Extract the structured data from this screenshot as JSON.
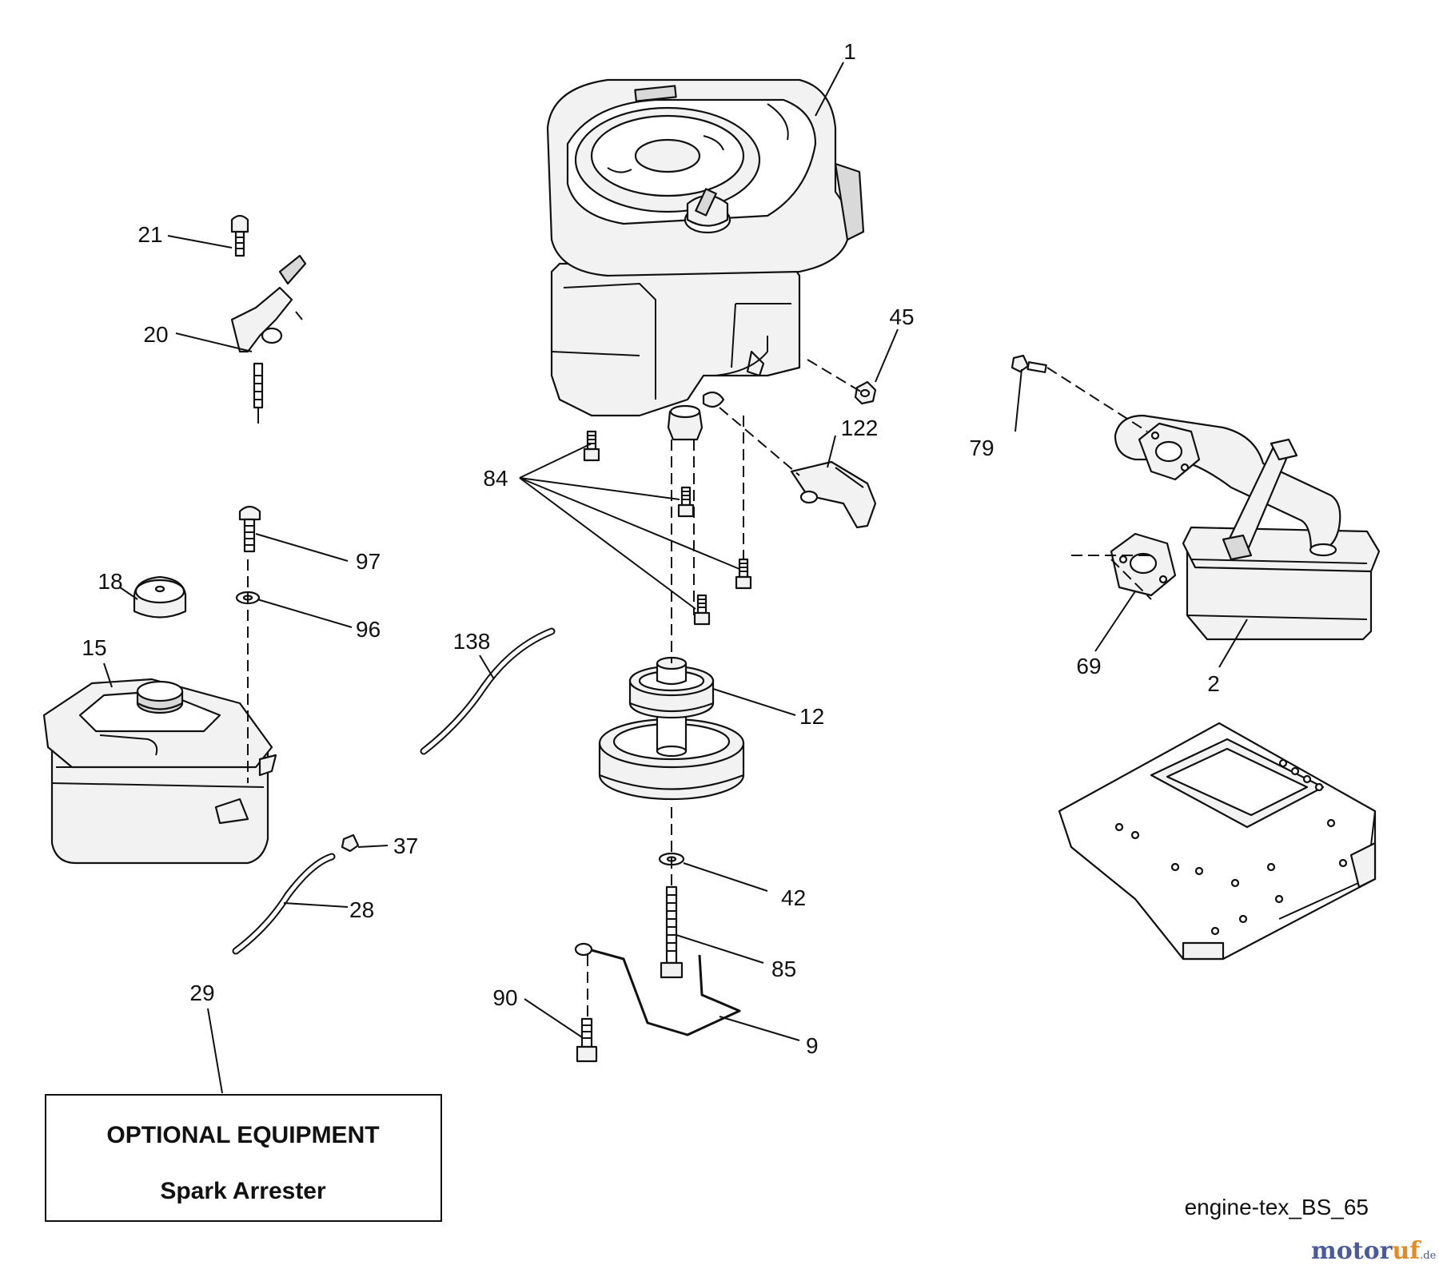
{
  "callouts": {
    "c1": "1",
    "c2": "2",
    "c9": "9",
    "c12": "12",
    "c15": "15",
    "c18": "18",
    "c20": "20",
    "c21": "21",
    "c28": "28",
    "c29": "29",
    "c37": "37",
    "c42": "42",
    "c45": "45",
    "c69": "69",
    "c79": "79",
    "c84": "84",
    "c85": "85",
    "c90": "90",
    "c96": "96",
    "c97": "97",
    "c122": "122",
    "c138": "138"
  },
  "optional_box": {
    "heading": "OPTIONAL EQUIPMENT",
    "item": "Spark Arrester"
  },
  "diagram_ref": "engine-tex_BS_65",
  "watermark": {
    "brand_a": "motor",
    "brand_b": "uf",
    "suffix": ".de"
  },
  "colors": {
    "line": "#111111",
    "watermark_blue": "#4a5a9c",
    "watermark_orange": "#e58a1f"
  }
}
